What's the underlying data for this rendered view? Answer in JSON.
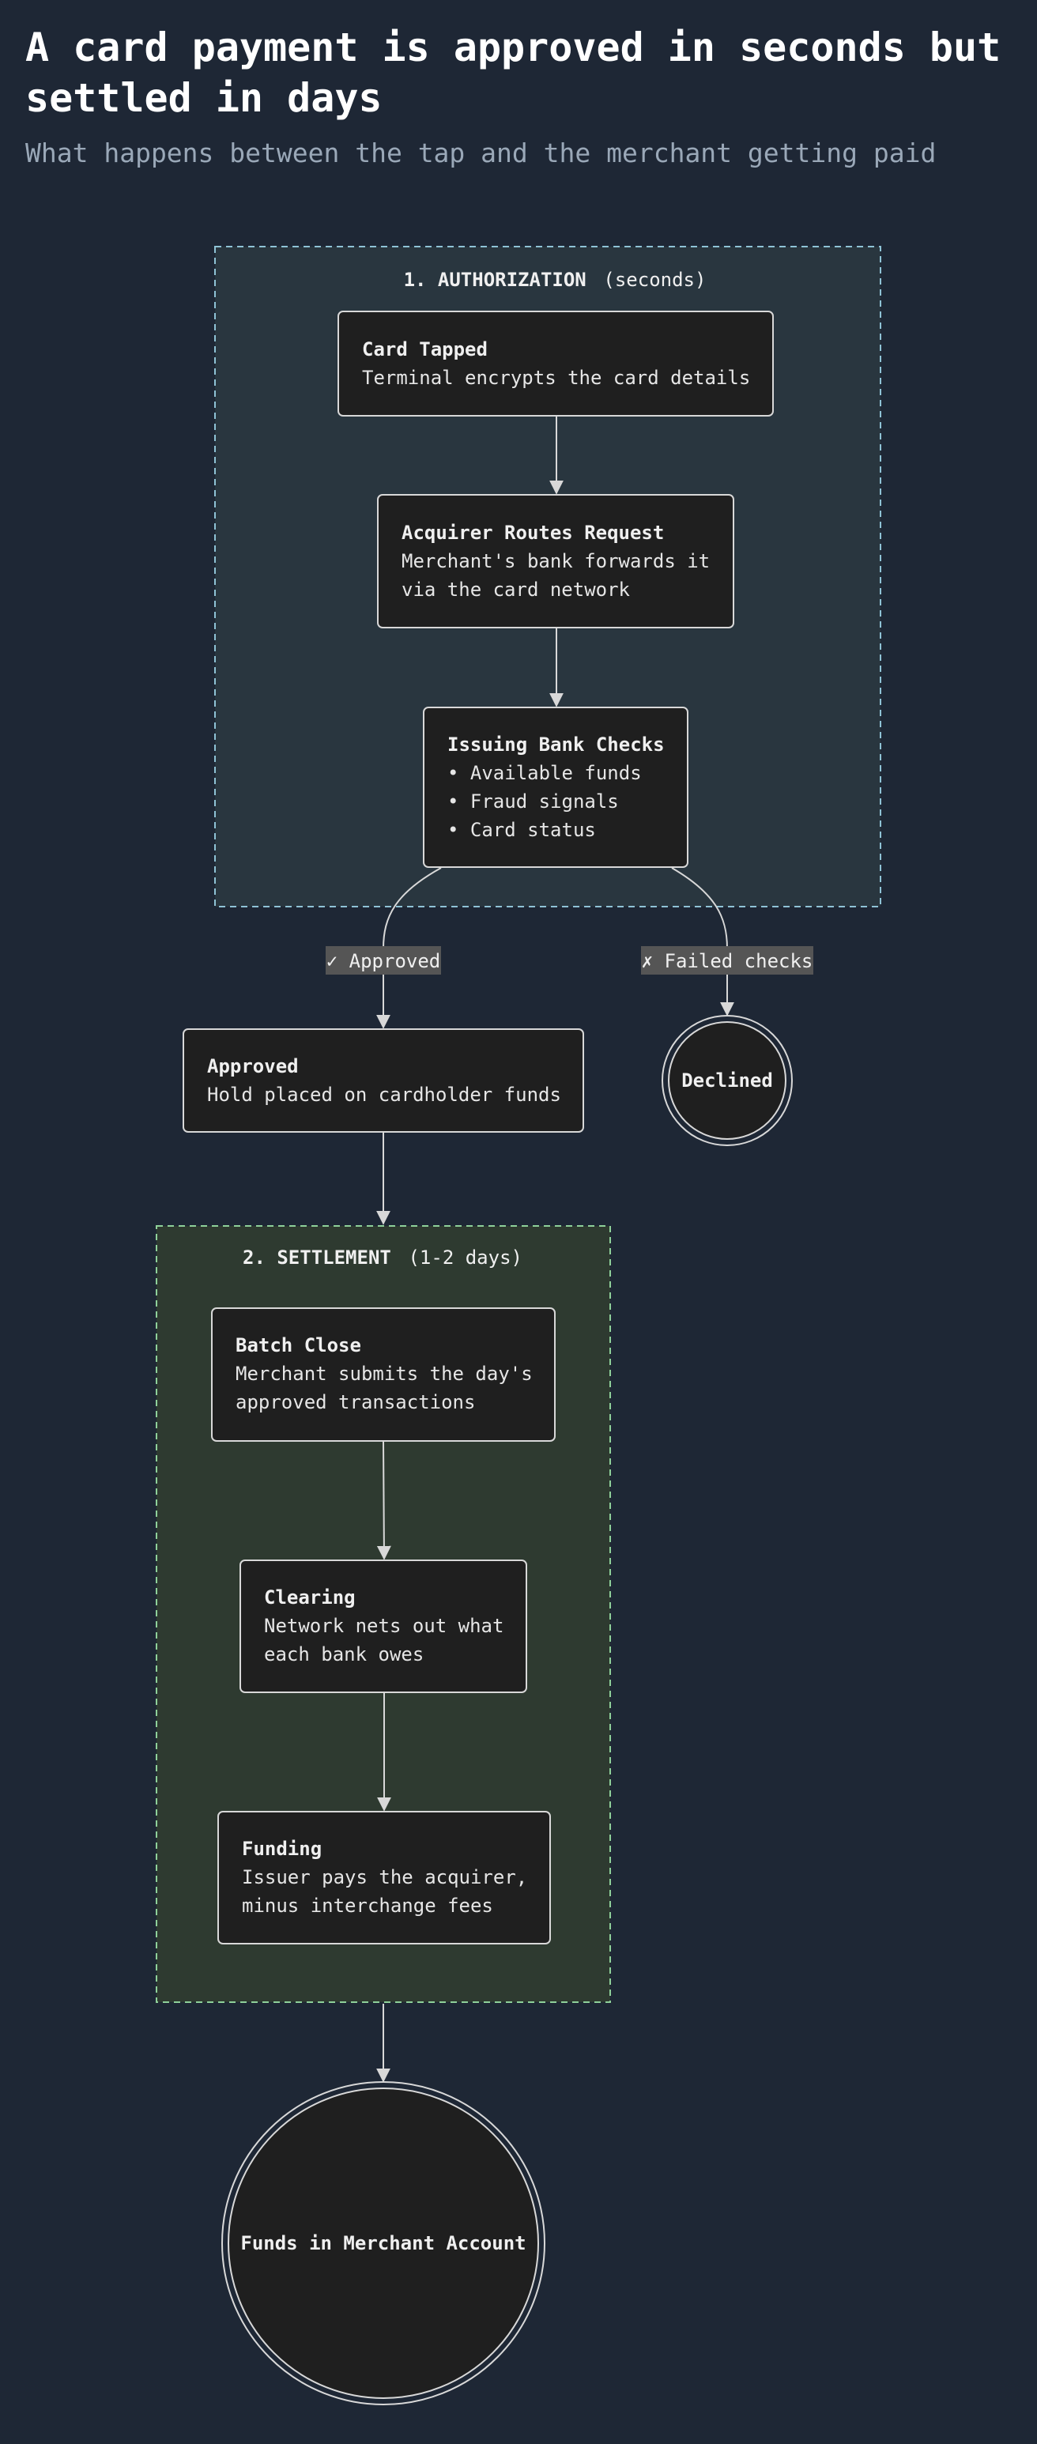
{
  "header": {
    "title": "A card payment is approved in seconds but settled in days",
    "subtitle": "What happens between the tap and the merchant getting paid"
  },
  "groups": {
    "authorization": {
      "title": "1. AUTHORIZATION",
      "subtitle": "(seconds)"
    },
    "settlement": {
      "title": "2. SETTLEMENT",
      "subtitle": "(1-2 days)"
    }
  },
  "nodes": {
    "card_tapped": {
      "title": "Card Tapped",
      "lines": [
        "Terminal encrypts the card details"
      ]
    },
    "acquirer": {
      "title": "Acquirer Routes Request",
      "lines": [
        "Merchant's bank forwards it",
        "via the card network"
      ]
    },
    "issuing": {
      "title": "Issuing Bank Checks",
      "lines": [
        "• Available funds",
        "• Fraud signals",
        "• Card status"
      ]
    },
    "approved": {
      "title": "Approved",
      "lines": [
        "Hold placed on cardholder funds"
      ]
    },
    "declined": {
      "title": "Declined"
    },
    "batch_close": {
      "title": "Batch Close",
      "lines": [
        "Merchant submits the day's",
        "approved transactions"
      ]
    },
    "clearing": {
      "title": "Clearing",
      "lines": [
        "Network nets out what",
        "each bank owes"
      ]
    },
    "funding": {
      "title": "Funding",
      "lines": [
        "Issuer pays the acquirer,",
        "minus interchange fees"
      ]
    },
    "funds": {
      "title": "Funds in Merchant Account"
    }
  },
  "edges": {
    "approved_label": "✓ Approved",
    "failed_label": "✗ Failed checks"
  },
  "colors": {
    "background": "#1e2735",
    "node_fill": "#1f1f1f",
    "node_stroke": "#d8d8d8",
    "auth_fill": "#29363f",
    "auth_border": "#8fc3d6",
    "settle_fill": "#2e3a30",
    "settle_border": "#8fd19a",
    "edge_label_bg": "#555555"
  }
}
